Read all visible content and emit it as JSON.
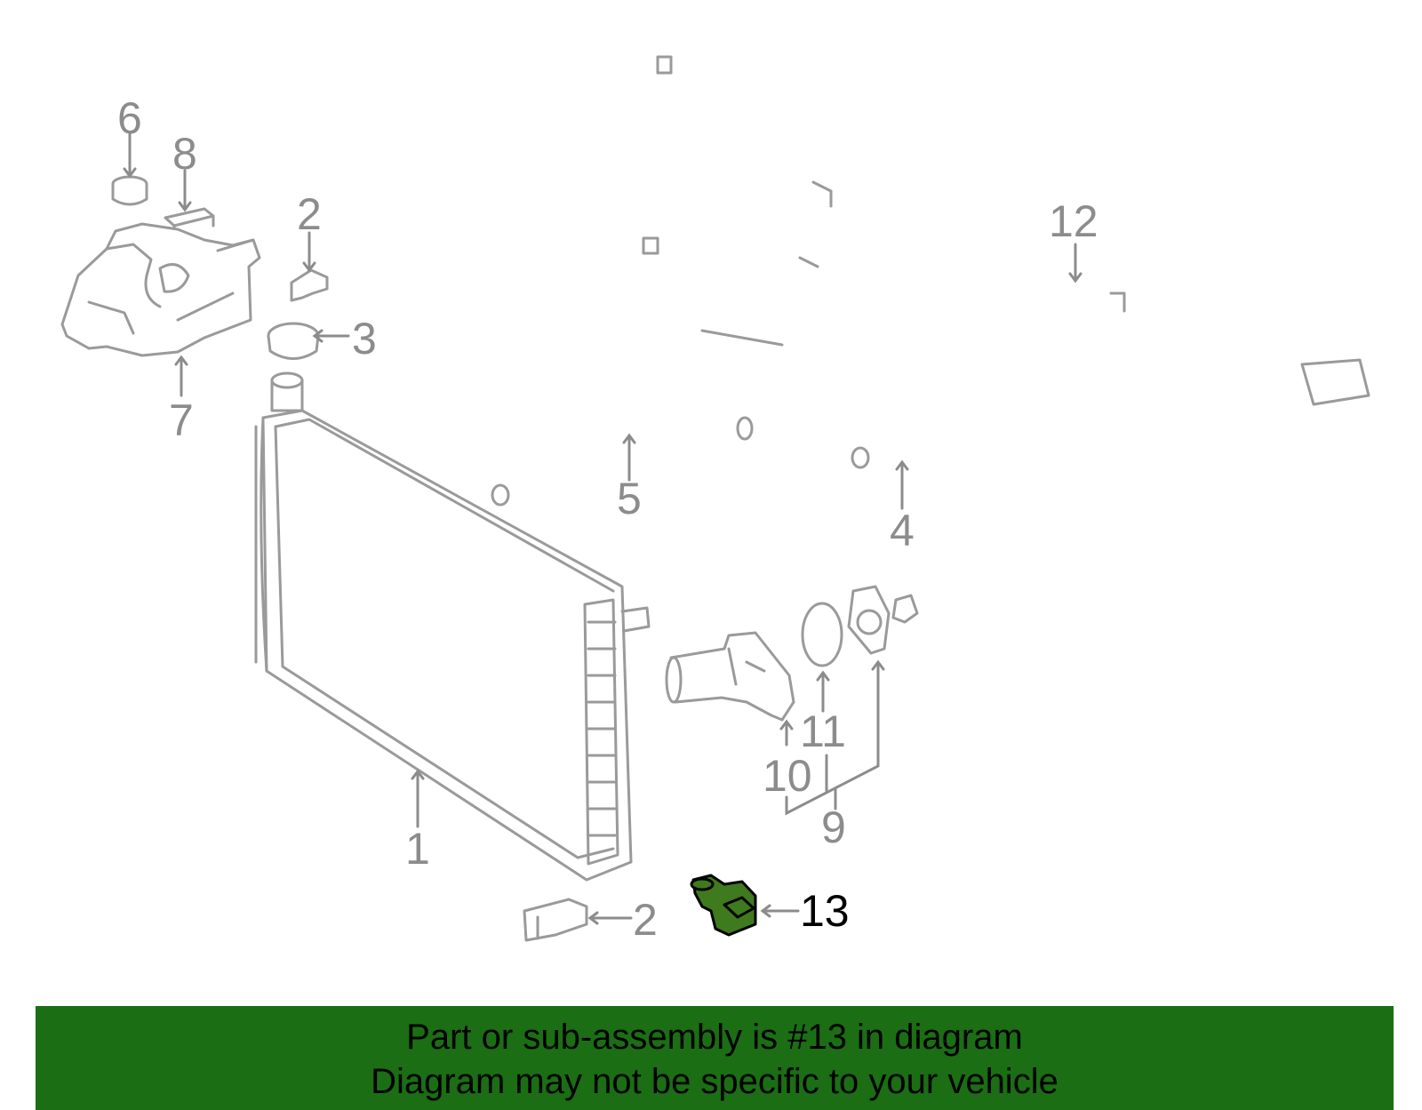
{
  "diagram": {
    "callouts": [
      "1",
      "2",
      "2",
      "3",
      "4",
      "5",
      "6",
      "7",
      "8",
      "9",
      "10",
      "11",
      "12",
      "13"
    ],
    "highlighted_part": "13",
    "highlight_color": "#3f7a1e",
    "part_color": "#9a9a9a"
  },
  "banner": {
    "line1": "Part or sub-assembly is #13 in diagram",
    "line2": "Diagram may not be specific to your vehicle",
    "background": "#1b6e14"
  }
}
